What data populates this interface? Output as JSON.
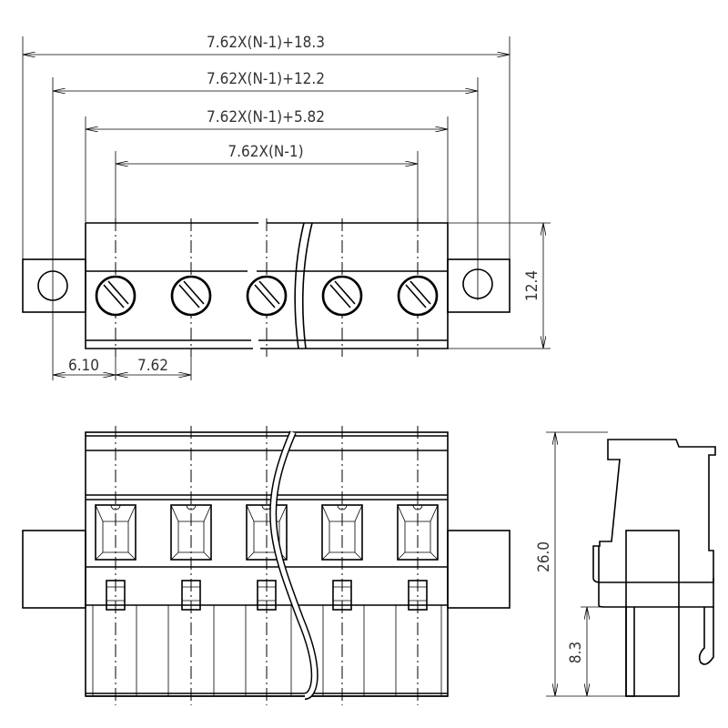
{
  "dimensions": {
    "overall_with_ears": "7.62X(N-1)+18.3",
    "hole_to_hole": "7.62X(N-1)+12.2",
    "body_width": "7.62X(N-1)+5.82",
    "pitch_span": "7.62X(N-1)",
    "top_depth": "12.4",
    "ear_offset": "6.10",
    "pitch": "7.62",
    "total_height": "26.0",
    "pin_length": "8.3"
  },
  "pole_count_shown": 5
}
